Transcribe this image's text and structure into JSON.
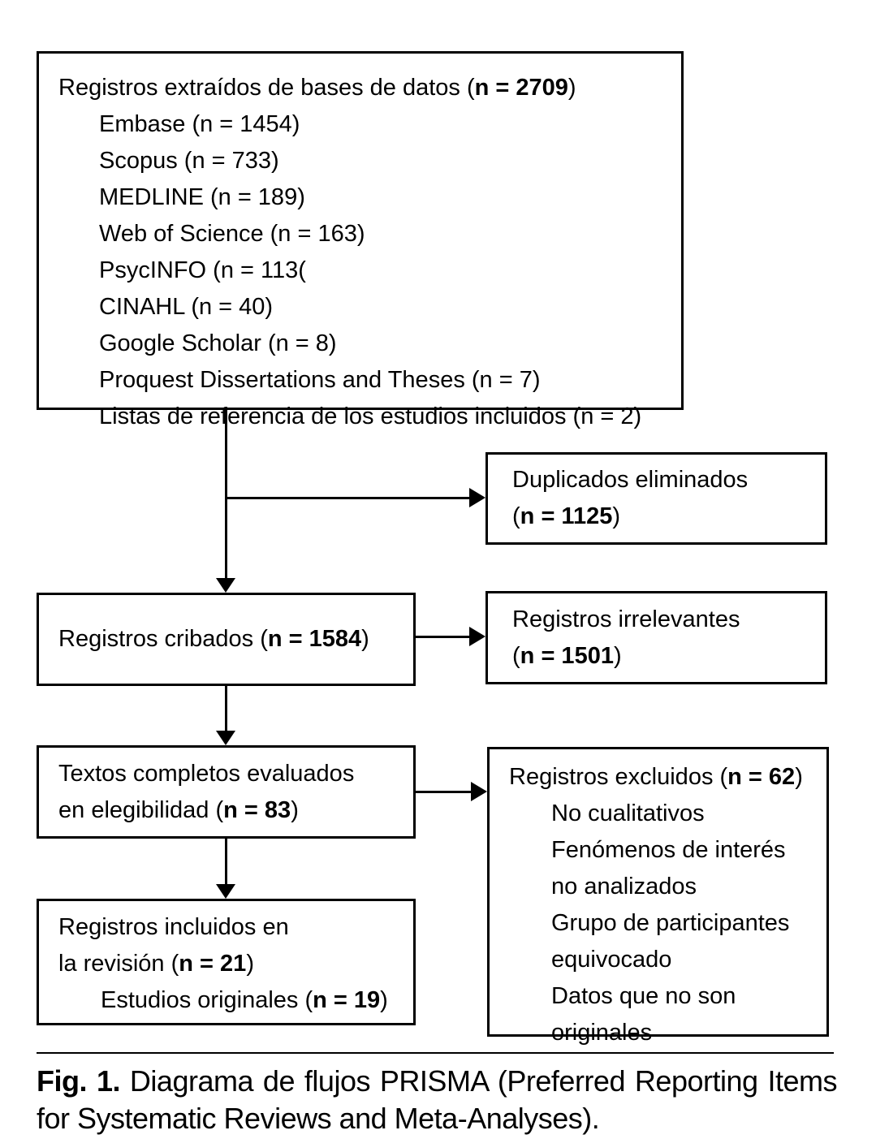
{
  "diagram": {
    "identified": {
      "title": {
        "pre": "Registros extraídos de bases de datos (",
        "bold": "n = 2709",
        "post": ")"
      },
      "sources": [
        "Embase (n = 1454)",
        "Scopus (n = 733)",
        "MEDLINE (n = 189)",
        "Web of Science (n = 163)",
        "PsycINFO (n = 113(",
        "CINAHL (n = 40)",
        "Google Scholar (n = 8)",
        "Proquest Dissertations and Theses (n = 7)",
        "Listas de referencia de los estudios incluidos (n = 2)"
      ]
    },
    "duplicates": {
      "line1": "Duplicados eliminados",
      "count": {
        "pre": "(",
        "bold": "n = 1125",
        "post": ")"
      }
    },
    "screened": {
      "title": {
        "pre": "Registros cribados (",
        "bold": "n = 1584",
        "post": ")"
      }
    },
    "irrelevant": {
      "line1": "Registros irrelevantes",
      "count": {
        "pre": "(",
        "bold": "n = 1501",
        "post": ")"
      }
    },
    "fulltext": {
      "line1": "Textos completos evaluados",
      "line2": {
        "pre": "en elegibilidad (",
        "bold": "n = 83",
        "post": ")"
      }
    },
    "excluded": {
      "title": {
        "pre": "Registros excluidos (",
        "bold": "n = 62",
        "post": ")"
      },
      "reasons": [
        "No cualitativos",
        "Fenómenos de interés no analizados",
        "Grupo de participantes equivocado",
        "Datos que no son originales"
      ]
    },
    "included": {
      "line1": "Registros incluidos en",
      "line2": {
        "pre": "la revisión (",
        "bold": "n = 21",
        "post": ")"
      },
      "line3": {
        "pre": "Estudios originales (",
        "bold": "n = 19",
        "post": ")"
      }
    }
  },
  "caption": {
    "label": "Fig. 1.",
    "text": "Diagrama de flujos PRISMA (Preferred Reporting Items for Systematic Reviews and Meta-Analyses)."
  },
  "colors": {
    "background": "#ffffff",
    "line": "#000000",
    "text": "#000000"
  }
}
